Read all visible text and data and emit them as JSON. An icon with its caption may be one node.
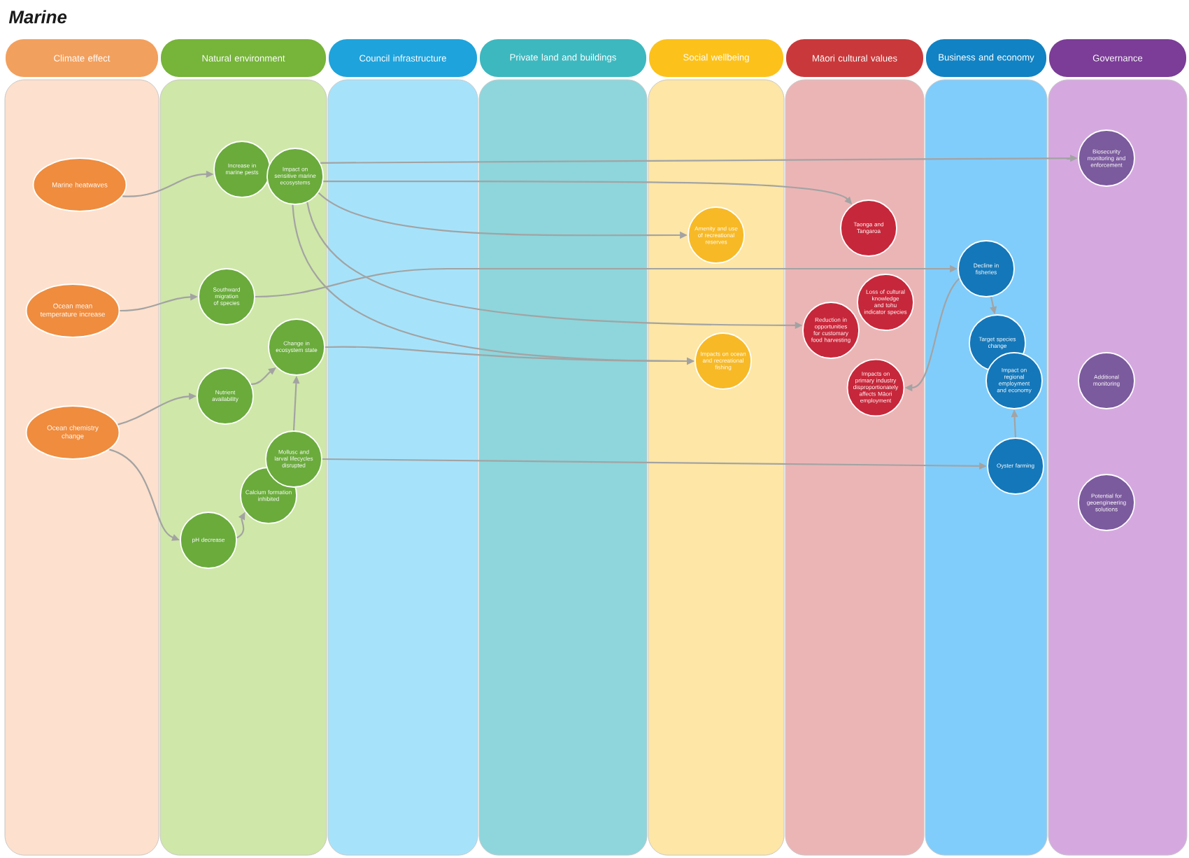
{
  "diagram": {
    "title": "Marine",
    "nodes": [
      {
        "text": [
          "Climate effect"
        ]
      },
      {
        "text": [
          "Natural environment"
        ]
      },
      {
        "text": [
          "Council infrastructure"
        ]
      },
      {
        "text": [
          "Private land and buildings"
        ]
      },
      {
        "text": [
          "Social wellbeing"
        ]
      },
      {
        "text": [
          "Māori cultural values"
        ]
      },
      {
        "text": [
          "Business and economy"
        ]
      },
      {
        "text": [
          "Governance"
        ]
      },
      {
        "text": [
          "Marine heatwaves"
        ],
        "in": 0
      },
      {
        "text": [
          "Ocean mean temperature increase"
        ],
        "in": 0
      },
      {
        "text": [
          "Ocean chemistry change"
        ],
        "in": 0
      },
      {
        "text": [
          "Increase in marine pests"
        ],
        "in": 1
      },
      {
        "text": [
          "Impact on sensitive marine ecosystems"
        ],
        "in": 1
      },
      {
        "text": [
          "Southward migration of species"
        ],
        "in": 1
      },
      {
        "text": [
          "Change in ecosystem state"
        ],
        "in": 1
      },
      {
        "text": [
          "Nutrient availability"
        ],
        "in": 1
      },
      {
        "text": [
          "Mollusc and larval lifecycles disrupted"
        ],
        "in": 1
      },
      {
        "text": [
          "Calcium formation inhibited"
        ],
        "in": 1
      },
      {
        "text": [
          "pH decrease"
        ],
        "in": 1
      },
      {
        "text": [
          "Amenity and use of recreational reserves"
        ],
        "in": 4
      },
      {
        "text": [
          "Impacts on ocean and recreational fishing"
        ],
        "in": 4
      },
      {
        "text": [
          "Taonga and Tangaroa"
        ],
        "in": 5
      },
      {
        "text": [
          "Loss of cultural knowledge and tohu indicator species"
        ],
        "in": 5
      },
      {
        "text": [
          "Reduction in opportunities for customary food harvesting"
        ],
        "in": 5
      },
      {
        "text": [
          "Impacts on primary industry disproportionately affects Māori employment"
        ],
        "in": 5
      },
      {
        "text": [
          "Decline in fisheries"
        ],
        "in": 6
      },
      {
        "text": [
          "Target species change"
        ],
        "in": 6
      },
      {
        "text": [
          "Impact on regional employment and economy"
        ],
        "in": 6
      },
      {
        "text": [
          "Oyster farming"
        ],
        "in": 6
      },
      {
        "text": [
          "Biosecurity monitoring and enforcement"
        ],
        "in": 7
      },
      {
        "text": [
          "Additional monitoring"
        ],
        "in": 7
      },
      {
        "text": [
          "Potential for geoengineering solutions"
        ],
        "in": 7
      }
    ],
    "edges": [
      {
        "from": 8,
        "to": 11,
        "arrow": "to"
      },
      {
        "from": 9,
        "to": 13,
        "arrow": "to"
      },
      {
        "from": 10,
        "to": 15,
        "arrow": "to"
      },
      {
        "from": 10,
        "to": 18,
        "arrow": "to"
      },
      {
        "from": 18,
        "to": 17,
        "arrow": "to"
      },
      {
        "from": 15,
        "to": 14,
        "arrow": "to"
      },
      {
        "from": 16,
        "to": 14,
        "arrow": "to"
      },
      {
        "from": 12,
        "to": 29,
        "arrow": "to"
      },
      {
        "from": 12,
        "to": 21,
        "arrow": "to"
      },
      {
        "from": 12,
        "to": 19,
        "arrow": "to"
      },
      {
        "from": 12,
        "to": 23,
        "arrow": "to"
      },
      {
        "from": 12,
        "to": 20,
        "arrow": "to"
      },
      {
        "from": 13,
        "to": 25,
        "arrow": "to"
      },
      {
        "from": 14,
        "to": 20,
        "arrow": "to"
      },
      {
        "from": 25,
        "to": 26,
        "arrow": "to"
      },
      {
        "from": 28,
        "to": 27,
        "arrow": "to"
      },
      {
        "from": 16,
        "to": 28,
        "arrow": "to"
      },
      {
        "from": 25,
        "to": 24,
        "arrow": "to"
      }
    ]
  }
}
